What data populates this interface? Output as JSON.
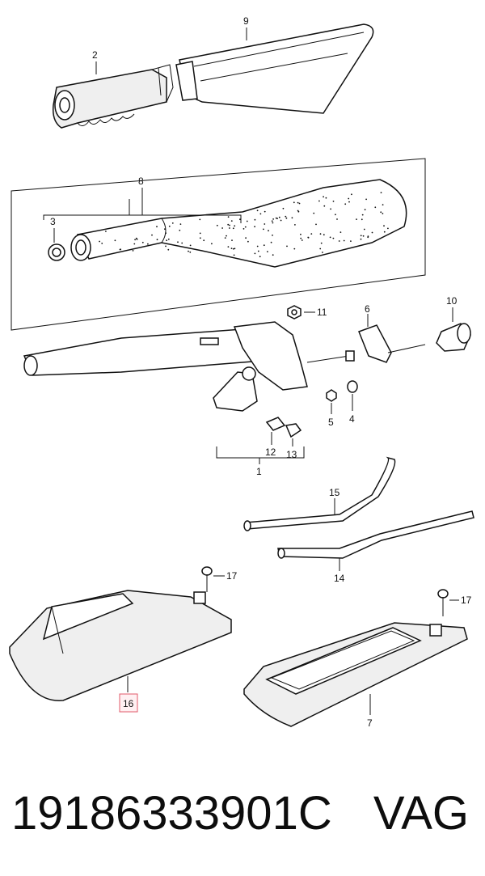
{
  "diagram": {
    "callouts": {
      "c1": "1",
      "c2": "2",
      "c3": "3",
      "c4": "4",
      "c5": "5",
      "c6": "6",
      "c7": "7",
      "c8": "8",
      "c9": "9",
      "c10": "10",
      "c11": "11",
      "c12": "12",
      "c13": "13",
      "c14": "14",
      "c15": "15",
      "c16": "16",
      "c17a": "17",
      "c17b": "17"
    },
    "highlight_color": "#e05a6a"
  },
  "caption": {
    "part_number": "19186333901C",
    "brand": "VAG"
  }
}
